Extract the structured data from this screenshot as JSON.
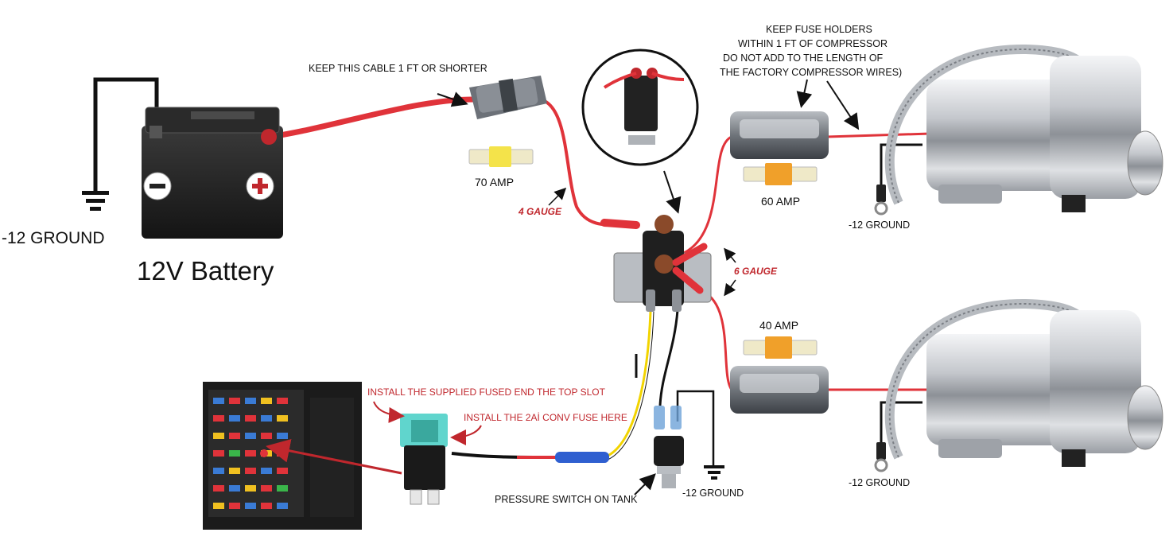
{
  "labels": {
    "ground_left": "-12 GROUND",
    "battery": "12V Battery",
    "cable_note": "KEEP THIS CABLE 1 FT OR SHORTER",
    "fuse_70": "70 AMP",
    "gauge_4": "4 GAUGE",
    "gauge_6": "6 GAUGE",
    "fuse_holder_note": [
      "KEEP FUSE HOLDERS",
      "WITHIN 1 FT OF COMPRESSOR",
      "DO NOT ADD TO THE LENGTH OF",
      "THE FACTORY COMPRESSOR WIRES)"
    ],
    "fuse_60": "60 AMP",
    "ground_comp_top": "-12 GROUND",
    "fuse_40": "40 AMP",
    "ground_comp_bottom": "-12 GROUND",
    "install_top_slot": "INSTALL THE SUPPLIED FUSED END THE TOP SLOT",
    "install_fuse": "INSTALL THE 2Aİ CONV FUSE HERE",
    "pressure_switch": "PRESSURE SWITCH ON TANK",
    "ground_switch": "-12 GROUND"
  },
  "colors": {
    "wire_red": "#e0333a",
    "wire_black": "#111111",
    "wire_yellow": "#f2d400",
    "annotation_red": "#c0272d",
    "chrome": "#c9ccd1"
  },
  "icons": [
    "battery-minus-icon",
    "battery-plus-icon",
    "ground-symbol-icon",
    "mini-fuse-icon",
    "relay-icon",
    "air-compressor-icon",
    "fuse-box-photo",
    "pressure-switch-icon",
    "add-a-fuse-tap-icon"
  ]
}
